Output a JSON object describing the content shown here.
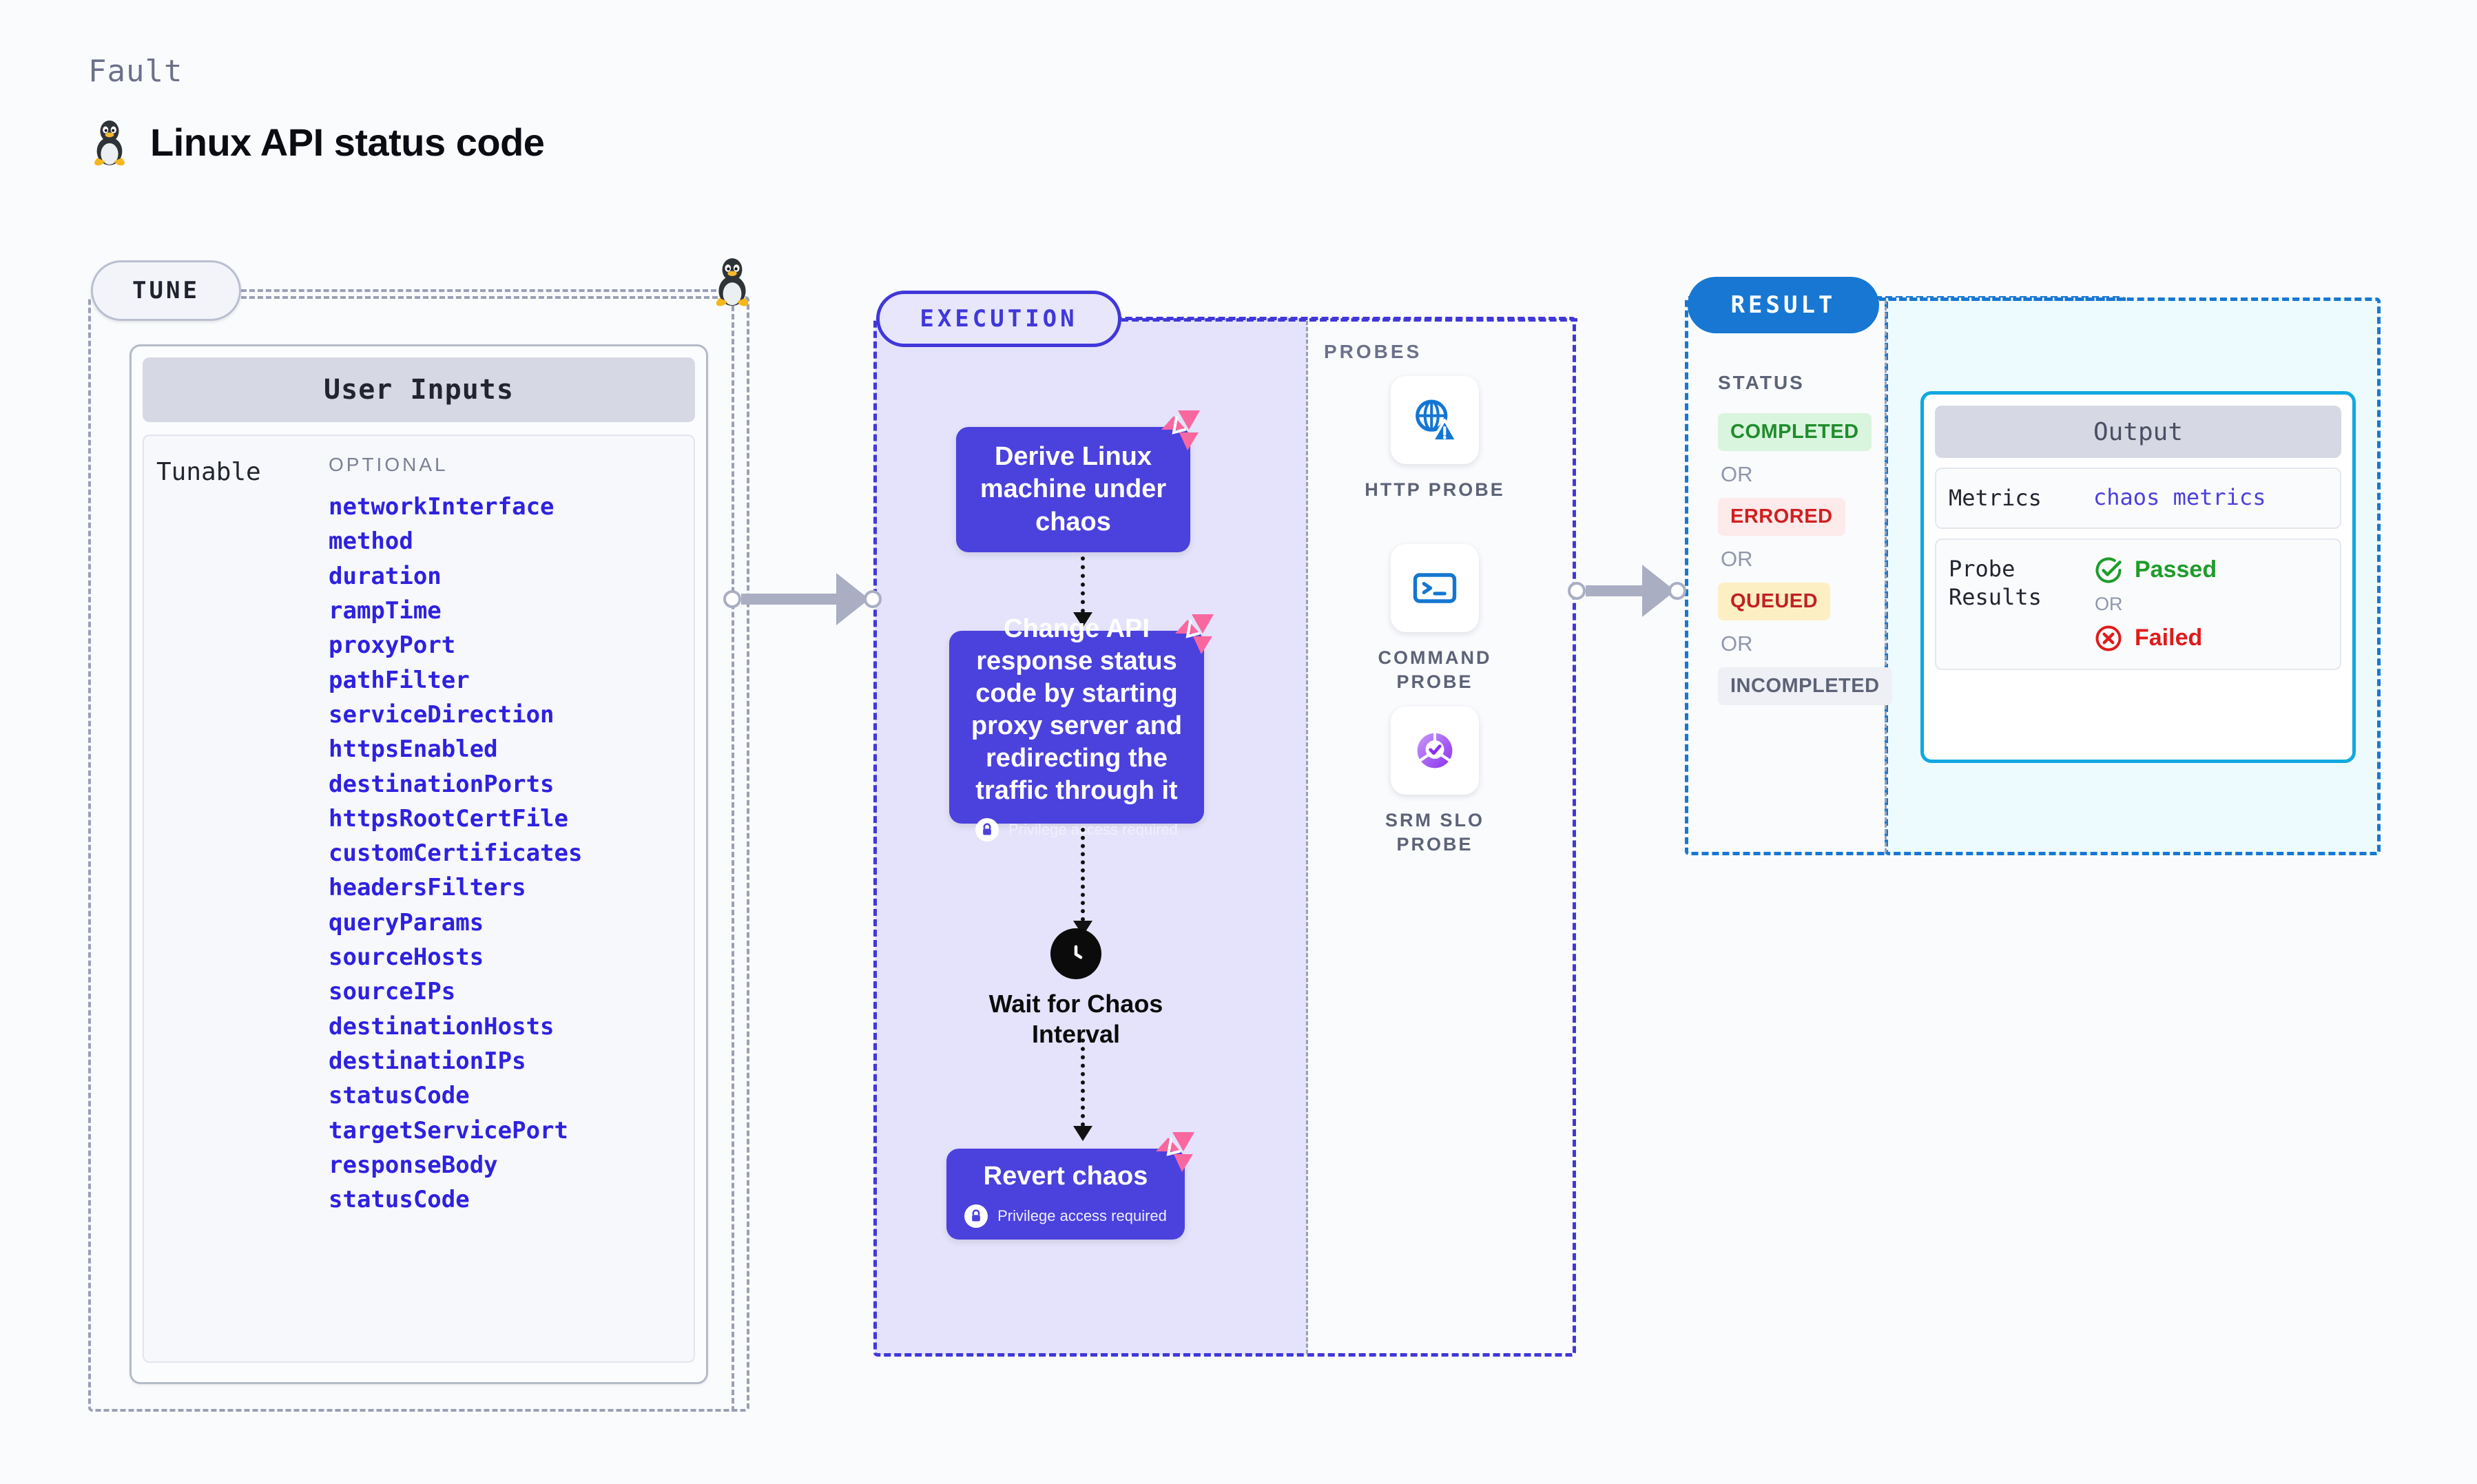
{
  "header": {
    "kicker": "Fault",
    "title": "Linux API status code",
    "os_icon": "linux-penguin-icon"
  },
  "tune": {
    "badge": "TUNE",
    "card_title": "User Inputs",
    "tunable_label": "Tunable",
    "optional_label": "OPTIONAL",
    "inputs": [
      "networkInterface",
      "method",
      "duration",
      "rampTime",
      "proxyPort",
      "pathFilter",
      "serviceDirection",
      "httpsEnabled",
      "destinationPorts",
      "httpsRootCertFile",
      "customCertificates",
      "headersFilters",
      "queryParams",
      "sourceHosts",
      "sourceIPs",
      "destinationHosts",
      "destinationIPs",
      "statusCode",
      "targetServicePort",
      "responseBody",
      "statusCode"
    ]
  },
  "execution": {
    "badge": "EXECUTION",
    "steps": [
      {
        "title": "Derive Linux machine under chaos",
        "privilege": null,
        "fault_badge": "chaos-fault-icon"
      },
      {
        "title": "Change API response status code by starting proxy server and redirecting the traffic through it",
        "privilege": "Privilege access required",
        "fault_badge": "chaos-fault-icon"
      },
      {
        "title": "Revert chaos",
        "privilege": "Privilege access required",
        "fault_badge": "chaos-fault-icon"
      }
    ],
    "wait_node": {
      "label": "Wait for Chaos Interval",
      "icon": "clock-icon"
    }
  },
  "probes": {
    "title": "PROBES",
    "items": [
      {
        "label": "HTTP PROBE",
        "icon": "globe-warning-icon"
      },
      {
        "label": "COMMAND PROBE",
        "icon": "terminal-icon"
      },
      {
        "label": "SRM SLO PROBE",
        "icon": "slo-donut-check-icon"
      }
    ]
  },
  "result": {
    "badge": "RESULT",
    "status_title": "STATUS",
    "or_label": "OR",
    "statuses": [
      {
        "label": "COMPLETED",
        "bg": "#d9f5dd",
        "fg": "#1f8c2b"
      },
      {
        "label": "ERRORED",
        "bg": "#fdeaea",
        "fg": "#cf2020"
      },
      {
        "label": "QUEUED",
        "bg": "#fcefc4",
        "fg": "#c02222"
      },
      {
        "label": "INCOMPLETED",
        "bg": "#eef0f5",
        "fg": "#5d6377"
      }
    ]
  },
  "output": {
    "title": "Output",
    "metrics_key": "Metrics",
    "metrics_value": "chaos metrics",
    "probe_results_key": "Probe Results",
    "or_label": "OR",
    "passed_label": "Passed",
    "failed_label": "Failed",
    "passed_color": "#1f9c2b",
    "failed_color": "#e01b1b"
  },
  "colors": {
    "execution_accent": "#4038d8",
    "result_accent": "#1877d2",
    "output_border": "#10a8e0",
    "step_box": "#4b41dd",
    "fault_pink": "#f9679f",
    "input_text": "#2e21e0",
    "zone_gray": "#9aa0b4"
  }
}
